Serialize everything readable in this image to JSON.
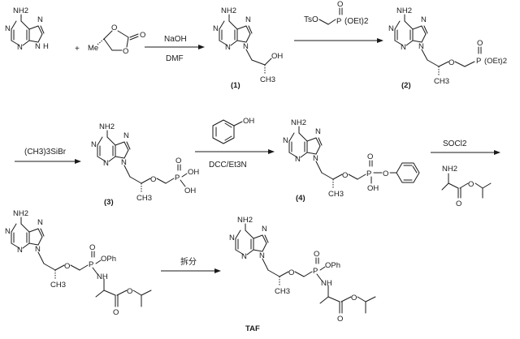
{
  "atoms": {
    "nh2": "NH2",
    "n": "N",
    "h": "H",
    "o": "O",
    "oh": "OH",
    "me": "Me",
    "ch3": "CH3",
    "tso": "TsO",
    "p": "P",
    "oet2": "(OEt)2",
    "ph": "Ph",
    "oph": "OPh",
    "nh": "NH"
  },
  "reagents": {
    "step1_top": "NaOH",
    "step1_bottom": "DMF",
    "step3_reagent": "(CH3)3SiBr",
    "step4_top": "OH",
    "step4_bottom": "DCC/Et3N",
    "step5_top": "SOCl2",
    "step6_top": "拆分"
  },
  "compounds": {
    "c1": "(1)",
    "c2": "(2)",
    "c3": "(3)",
    "c4": "(4)",
    "product": "TAF"
  },
  "operators": {
    "plus": "+"
  }
}
